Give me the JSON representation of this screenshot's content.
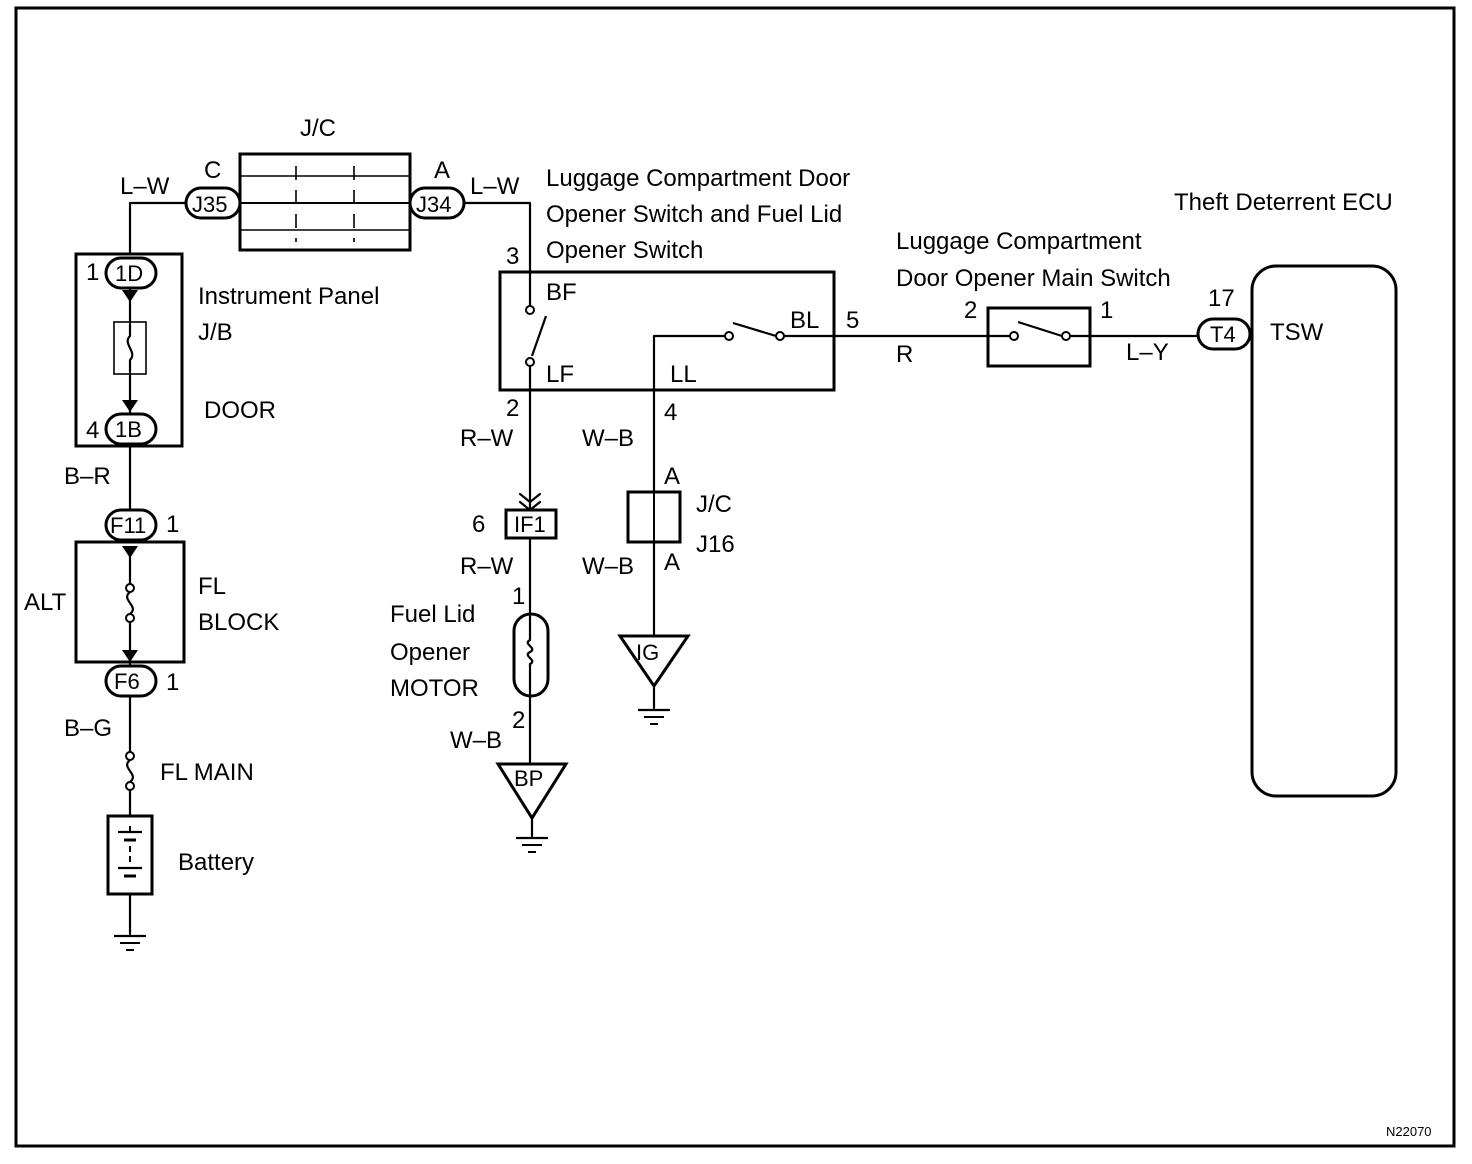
{
  "labels": {
    "jc_top": "J/C",
    "jc_top_pin_c": "C",
    "jc_top_pin_a": "A",
    "j35": "J35",
    "j34": "J34",
    "wire_lw_left": "L–W",
    "wire_lw_right": "L–W",
    "switch_title_1": "Luggage Compartment Door",
    "switch_title_2": "Opener Switch and Fuel Lid",
    "switch_title_3": "Opener Switch",
    "ecu_title": "Theft Deterrent ECU",
    "main_switch_title_1": "Luggage Compartment",
    "main_switch_title_2": "Door Opener Main Switch",
    "jb_pin_1": "1",
    "jb_conn_1d": "1D",
    "jb_title_1": "Instrument Panel",
    "jb_title_2": "J/B",
    "jb_fuse": "DOOR",
    "jb_pin_4": "4",
    "jb_conn_1b": "1B",
    "wire_br": "B–R",
    "f11": "F11",
    "f11_pin": "1",
    "alt": "ALT",
    "fl_1": "FL",
    "fl_2": "BLOCK",
    "f6": "F6",
    "f6_pin": "1",
    "wire_bg": "B–G",
    "fl_main": "FL MAIN",
    "battery": "Battery",
    "sw_pin_3": "3",
    "sw_bf": "BF",
    "sw_lf": "LF",
    "sw_ll": "LL",
    "sw_bl": "BL",
    "sw_pin_5": "5",
    "sw_pin_2": "2",
    "sw_pin_4": "4",
    "wire_r": "R",
    "ms_pin_2": "2",
    "ms_pin_1": "1",
    "wire_ly": "L–Y",
    "t4_pin": "17",
    "t4": "T4",
    "tsw": "TSW",
    "wire_rw_1": "R–W",
    "wire_wb_1": "W–B",
    "if1_pin": "6",
    "if1": "IF1",
    "jc16_a_top": "A",
    "jc16_1": "J/C",
    "jc16_2": "J16",
    "jc16_a_bot": "A",
    "wire_wb_2": "W–B",
    "wire_rw_2": "R–W",
    "motor_pin_1": "1",
    "motor_1": "Fuel Lid",
    "motor_2": "Opener",
    "motor_3": "MOTOR",
    "motor_pin_2": "2",
    "wire_wb_3": "W–B",
    "ig": "IG",
    "bp": "BP",
    "figure_id": "N22070"
  }
}
